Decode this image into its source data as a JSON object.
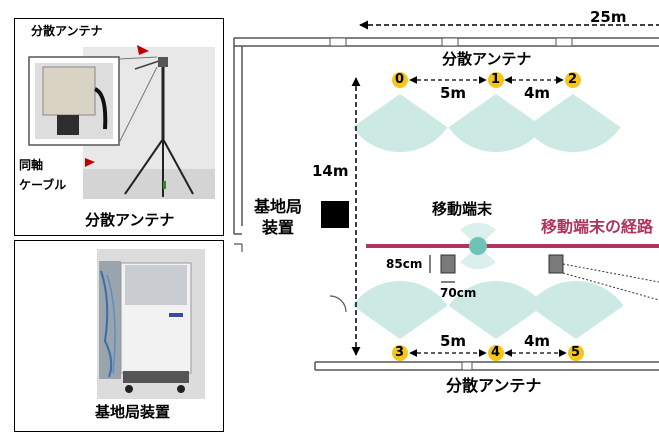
{
  "photos": {
    "antenna": {
      "callout_antenna": "分散アンテナ",
      "callout_cable": "同軸\nケーブル",
      "caption": "分散アンテナ"
    },
    "base_station": {
      "caption": "基地局装置"
    }
  },
  "floorplan": {
    "dim_total": "25m",
    "dim_height": "14m",
    "top_antenna_label": "分散アンテナ",
    "bottom_antenna_label": "分散アンテナ",
    "base_station_label": "基地局\n装置",
    "mobile_terminal_label": "移動端末",
    "mobile_route_label": "移動端末の経路",
    "obstacle_height": "85cm",
    "obstacle_width": "70cm",
    "antennas": [
      {
        "id": "0"
      },
      {
        "id": "1"
      },
      {
        "id": "2"
      },
      {
        "id": "3"
      },
      {
        "id": "4"
      },
      {
        "id": "5"
      }
    ],
    "spacing_top_a": "5m",
    "spacing_top_b": "4m",
    "spacing_bottom_a": "5m",
    "spacing_bottom_b": "4m"
  },
  "colors": {
    "route": "#b0345d",
    "antenna_marker": "#f5c518",
    "coverage": "#cce9e4",
    "terminal": "#6fc3b6",
    "wall": "#555555",
    "obstacle": "#7a7a7a"
  }
}
